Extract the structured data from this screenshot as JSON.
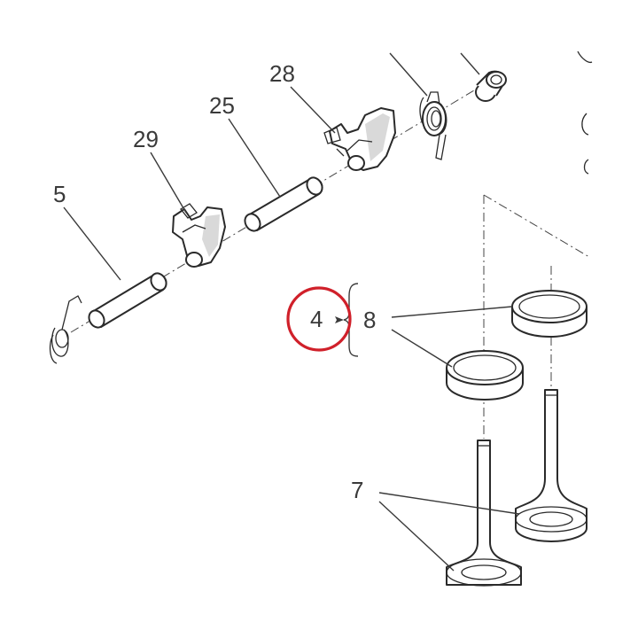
{
  "diagram": {
    "callouts": [
      {
        "id": "c28",
        "label": "28"
      },
      {
        "id": "c25",
        "label": "25"
      },
      {
        "id": "c29",
        "label": "29"
      },
      {
        "id": "c5",
        "label": "5"
      },
      {
        "id": "c4",
        "label": "4"
      },
      {
        "id": "c8",
        "label": "8"
      },
      {
        "id": "c7",
        "label": "7"
      }
    ],
    "highlight": {
      "target": "4",
      "color": "#d0202a"
    },
    "colors": {
      "ink": "#2a2a2a",
      "highlight": "#d0202a",
      "background": "#ffffff"
    }
  }
}
